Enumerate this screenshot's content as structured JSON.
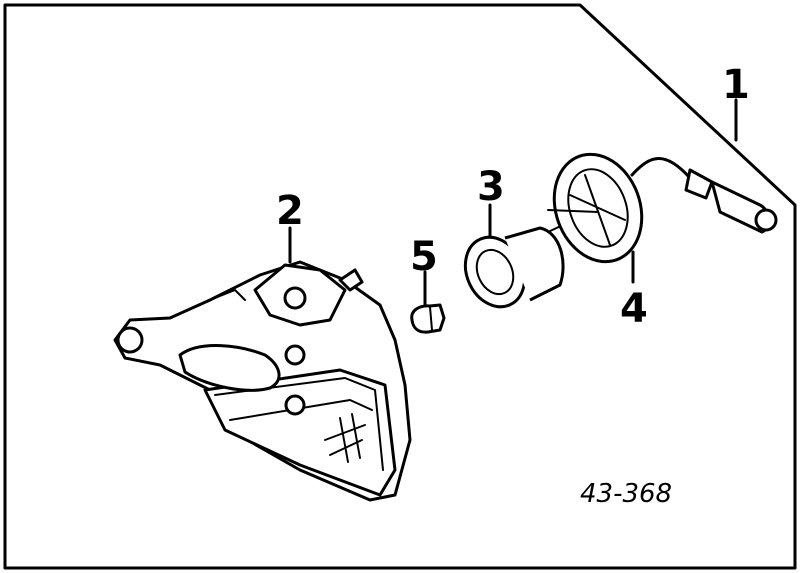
{
  "callouts": {
    "part1": "1",
    "part2": "2",
    "part3": "3",
    "part4": "4",
    "part5": "5"
  },
  "reference_number": "43-368"
}
